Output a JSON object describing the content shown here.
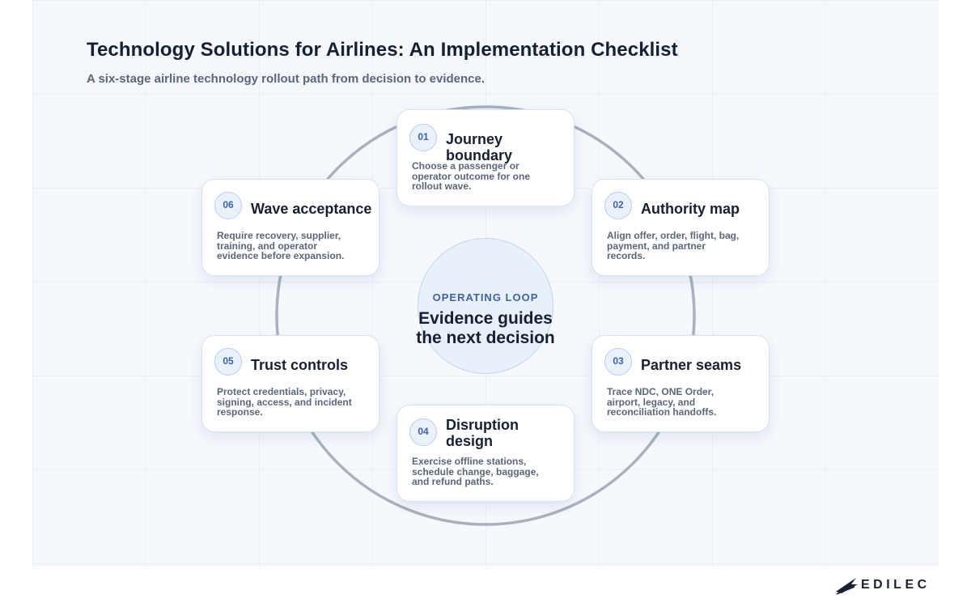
{
  "header": {
    "title": "Technology Solutions for Airlines: An Implementation Checklist",
    "subtitle": "A six-stage airline technology rollout path from decision to evidence."
  },
  "center": {
    "kicker": "OPERATING LOOP",
    "text": "Evidence guides the next decision"
  },
  "stages": [
    {
      "number": "01",
      "title": "Journey boundary",
      "body": "Choose a passenger or operator outcome for one rollout wave."
    },
    {
      "number": "02",
      "title": "Authority map",
      "body": "Align offer, order, flight, bag, payment, and partner records."
    },
    {
      "number": "03",
      "title": "Partner seams",
      "body": "Trace NDC, ONE Order, airport, legacy, and reconciliation handoffs."
    },
    {
      "number": "04",
      "title": "Disruption design",
      "body": "Exercise offline stations, schedule change, baggage, and refund paths."
    },
    {
      "number": "05",
      "title": "Trust controls",
      "body": "Protect credentials, privacy, signing, access, and incident response."
    },
    {
      "number": "06",
      "title": "Wave acceptance",
      "body": "Require recovery, supplier, training, and operator evidence before expansion."
    }
  ],
  "brand": {
    "logo_text": "EDILEC"
  },
  "colors": {
    "ring": "#a9b1bf",
    "accent": "#3c63a8",
    "title_text": "#172033",
    "body_text": "#5a667a"
  }
}
